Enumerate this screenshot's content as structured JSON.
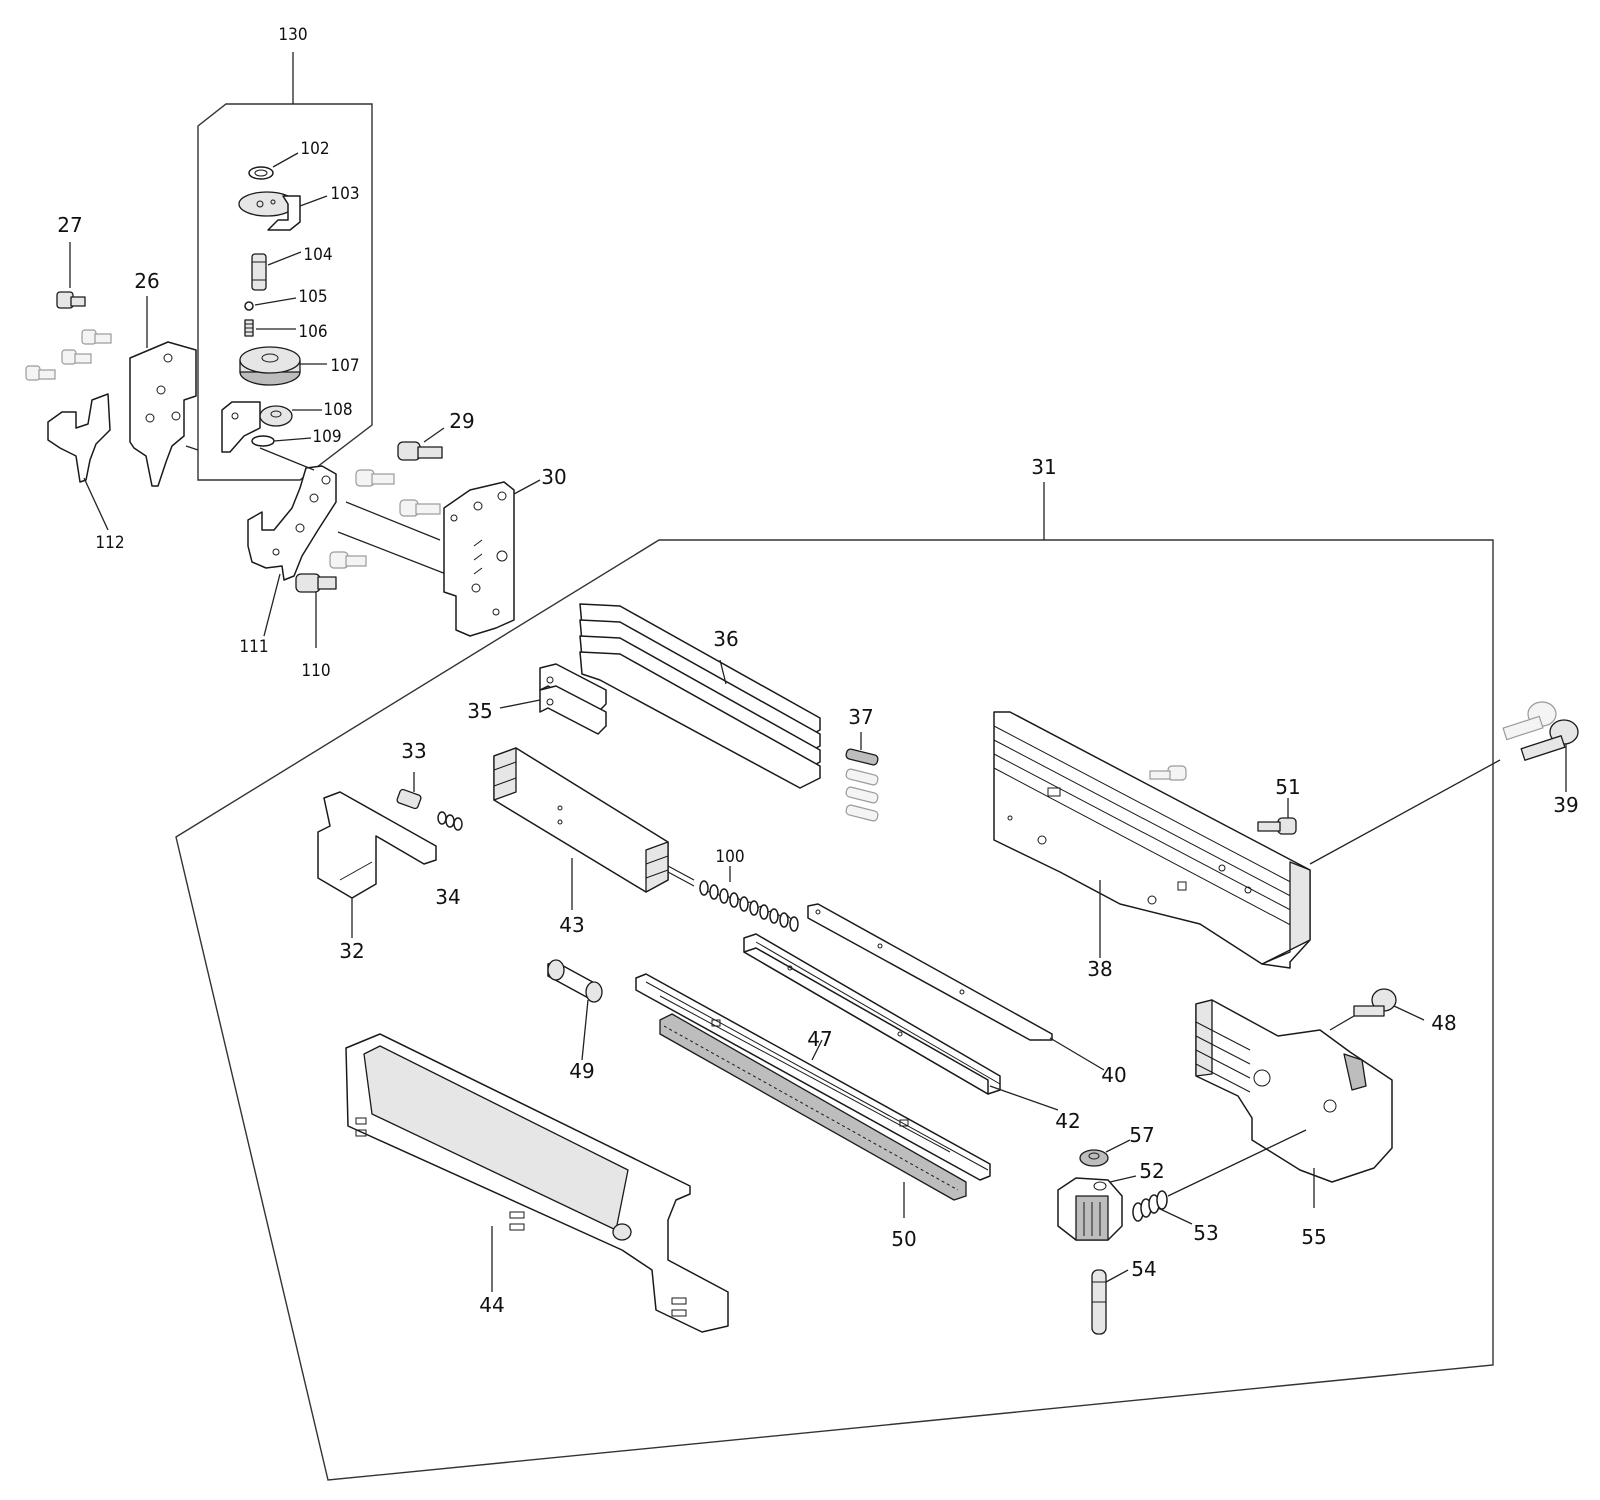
{
  "diagram": {
    "parts": {
      "p26": "26",
      "p27": "27",
      "p29": "29",
      "p30": "30",
      "p31": "31",
      "p32": "32",
      "p33": "33",
      "p34": "34",
      "p35": "35",
      "p36": "36",
      "p37": "37",
      "p38": "38",
      "p39": "39",
      "p40": "40",
      "p42": "42",
      "p43": "43",
      "p44": "44",
      "p47": "47",
      "p48": "48",
      "p49": "49",
      "p50": "50",
      "p51": "51",
      "p52": "52",
      "p53": "53",
      "p54": "54",
      "p55": "55",
      "p57": "57",
      "p100": "100",
      "p102": "102",
      "p103": "103",
      "p104": "104",
      "p105": "105",
      "p106": "106",
      "p107": "107",
      "p108": "108",
      "p109": "109",
      "p110": "110",
      "p111": "111",
      "p112": "112",
      "p130": "130"
    }
  }
}
